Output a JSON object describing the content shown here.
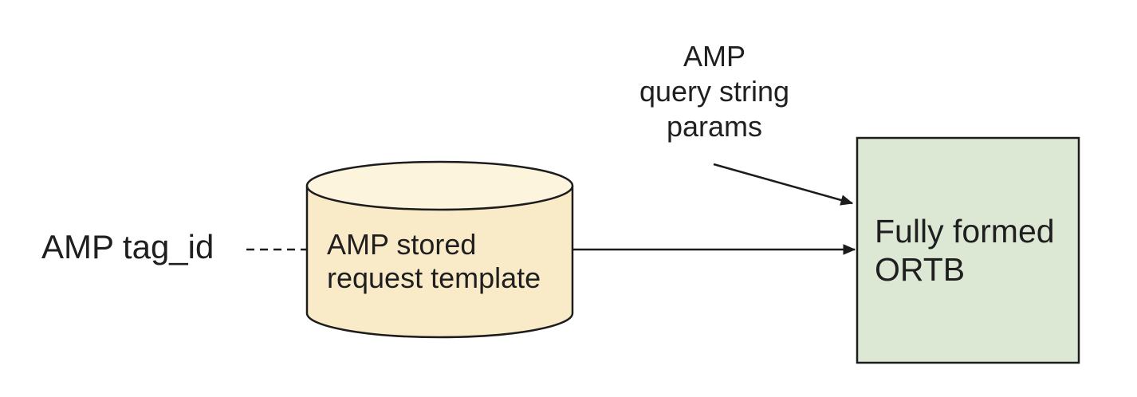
{
  "diagram": {
    "colors": {
      "background": "#ffffff",
      "stroke": "#1c1c1c",
      "text": "#1f1f1f",
      "cylinder_body_fill": "#faebc8",
      "cylinder_top_fill": "#fdf4de",
      "ortb_box_fill": "#dce8d3"
    },
    "nodes": {
      "amp_tag_id": {
        "shape": "text",
        "label": "AMP tag_id"
      },
      "stored_request_template": {
        "shape": "cylinder",
        "line1": "AMP stored",
        "line2": "request template"
      },
      "amp_query_string_params": {
        "shape": "text",
        "line1": "AMP",
        "line2": "query string",
        "line3": "params"
      },
      "fully_formed_ortb": {
        "shape": "rectangle",
        "line1": "Fully formed",
        "line2": "ORTB"
      }
    },
    "edges": [
      {
        "from": "amp_tag_id",
        "to": "stored_request_template",
        "style": "dashed",
        "arrowhead": false
      },
      {
        "from": "stored_request_template",
        "to": "fully_formed_ortb",
        "style": "solid",
        "arrowhead": true
      },
      {
        "from": "amp_query_string_params",
        "to": "fully_formed_ortb",
        "style": "solid",
        "arrowhead": true
      }
    ]
  }
}
